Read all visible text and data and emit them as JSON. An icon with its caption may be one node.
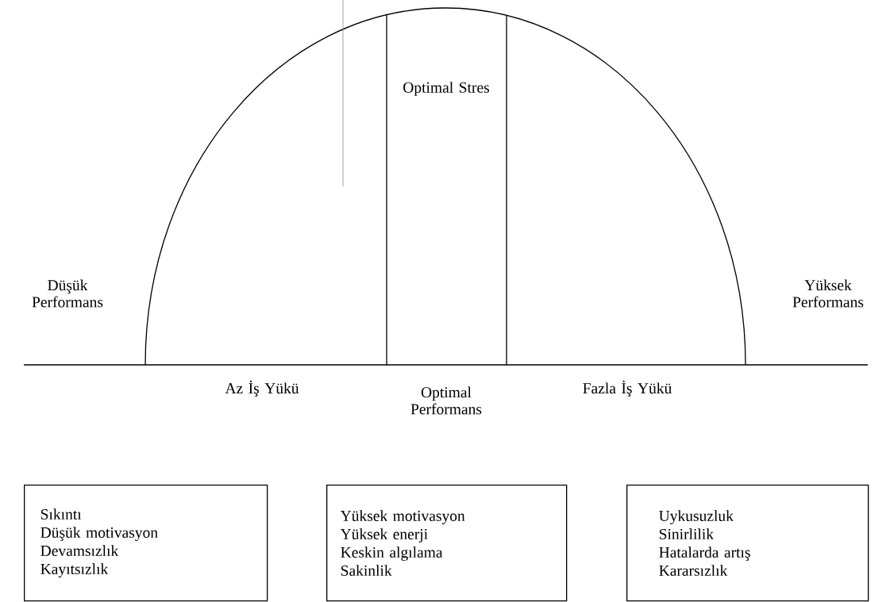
{
  "diagram": {
    "nodes": [
      {
        "text": [
          "Sıkıntı",
          "Düşük motivasyon",
          "Devamsızlık",
          "Kayıtsızlık"
        ]
      },
      {
        "text": [
          "Yüksek motivasyon",
          "Yüksek enerji",
          "Keskin algılama",
          "Sakinlik"
        ]
      },
      {
        "text": [
          "Uykusuzluk",
          "Sinirlilik",
          "Hatalarda artış",
          "Kararsızlık"
        ]
      }
    ],
    "labels": [
      "Optimal Stres",
      "Düşük Performans",
      "Yüksek Performans",
      "Az İş Yükü",
      "Optimal Performans",
      "Fazla İş Yükü"
    ]
  }
}
